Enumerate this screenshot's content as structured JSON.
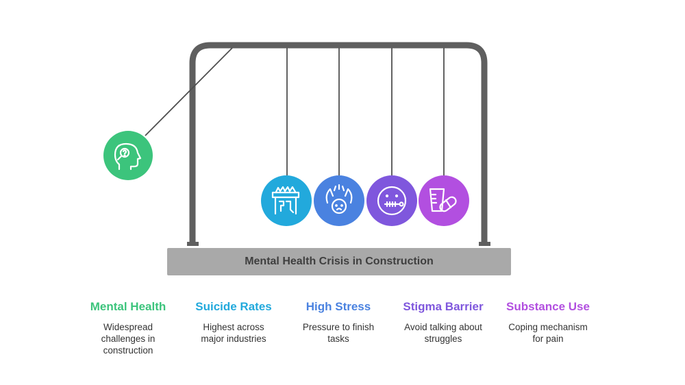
{
  "title": "Mental Health Crisis in Construction",
  "items": [
    {
      "name": "Mental Health",
      "desc": "Widespread challenges in construction",
      "desc_lines": [
        "Widespread",
        "challenges in",
        "construction"
      ],
      "color": "#3cc47c",
      "icon": "head-question-icon"
    },
    {
      "name": "Suicide Rates",
      "desc": "Highest across major industries",
      "desc_lines": [
        "Highest across",
        "major industries"
      ],
      "color": "#22a9dc",
      "icon": "desk-icon"
    },
    {
      "name": "High Stress",
      "desc": "Pressure to finish tasks",
      "desc_lines": [
        "Pressure to finish",
        "tasks"
      ],
      "color": "#4a82e0",
      "icon": "stressed-face-icon"
    },
    {
      "name": "Stigma Barrier",
      "desc": "Avoid talking about struggles",
      "desc_lines": [
        "Avoid talking about",
        "struggles"
      ],
      "color": "#7f57dd",
      "icon": "zipped-mouth-icon"
    },
    {
      "name": "Substance Use",
      "desc": "Coping mechanism for pain",
      "desc_lines": [
        "Coping mechanism",
        "for pain"
      ],
      "color": "#b24fe0",
      "icon": "pills-glass-icon"
    }
  ],
  "colors": {
    "frame": "#5f5f5f",
    "base": "#a9a9a9",
    "string": "#505050",
    "title_text": "#3f3f3f"
  }
}
